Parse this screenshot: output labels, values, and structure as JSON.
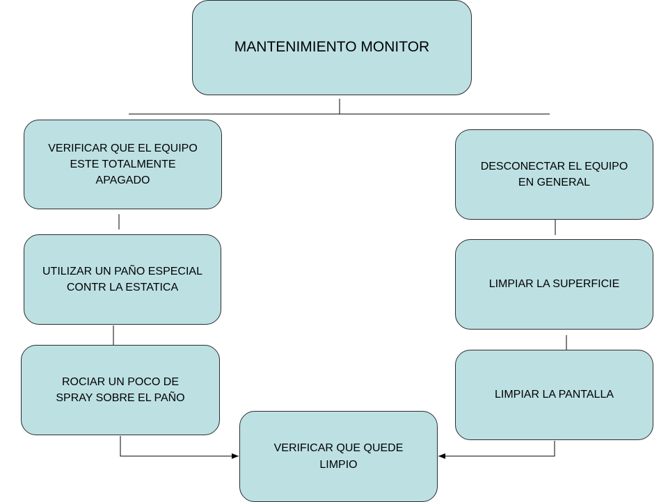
{
  "diagram": {
    "root": {
      "label": "MANTENIMIENTO MONITOR"
    },
    "left_branch": [
      {
        "label": "VERIFICAR QUE EL EQUIPO\nESTE TOTALMENTE\nAPAGADO"
      },
      {
        "label": "UTILIZAR UN PAÑO ESPECIAL\nCONTR LA ESTATICA"
      },
      {
        "label": "ROCIAR UN POCO DE\nSPRAY SOBRE EL PAÑO"
      }
    ],
    "right_branch": [
      {
        "label": "DESCONECTAR EL EQUIPO\nEN GENERAL"
      },
      {
        "label": "LIMPIAR LA SUPERFICIE"
      },
      {
        "label": "LIMPIAR LA PANTALLA"
      }
    ],
    "final": {
      "label": "VERIFICAR QUE QUEDE\nLIMPIO"
    },
    "colors": {
      "box_fill": "#bde0e3",
      "stroke": "#2b2b2b"
    }
  }
}
